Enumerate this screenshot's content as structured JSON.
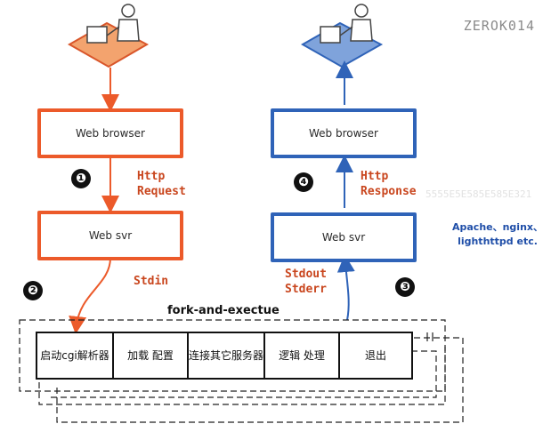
{
  "watermark": "ZEROK014",
  "request_flow": {
    "browser_label": "Web browser",
    "server_label": "Web svr",
    "step1": "❶",
    "step2": "❷",
    "http_request": "Http\nRequest",
    "stdin": "Stdin"
  },
  "response_flow": {
    "browser_label": "Web browser",
    "server_label": "Web svr",
    "step3": "❸",
    "step4": "❹",
    "http_response": "Http\nResponse",
    "stdout_stderr": "Stdout\nStderr"
  },
  "server_examples": "Apache、nginx、lighthttpd etc.",
  "faint_text": "5555E5E585E585E321",
  "process": {
    "title": "fork-and-exectue",
    "stages": [
      {
        "label": "启动cgi解析器"
      },
      {
        "label": "加载 配置"
      },
      {
        "label": "连接其它服务器"
      },
      {
        "label": "逻辑 处理"
      },
      {
        "label": "退出"
      }
    ]
  },
  "colors": {
    "request": "#ec5a2a",
    "response": "#2f63b8"
  }
}
